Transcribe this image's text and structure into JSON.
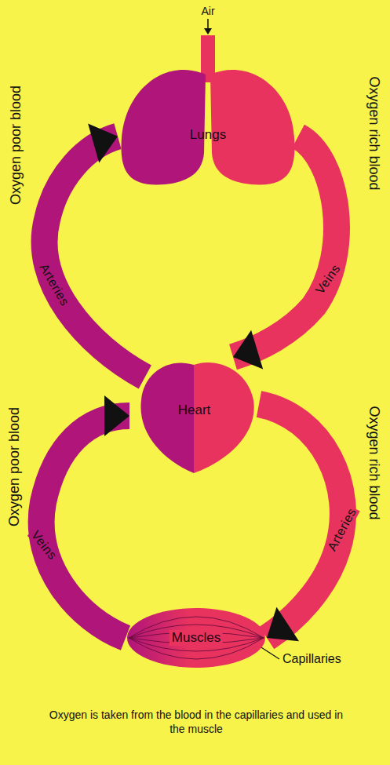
{
  "diagram": {
    "caption": "Oxygen is taken from the blood in the capillaries and used in the muscle",
    "nodes": [
      {
        "text": [
          "Lungs"
        ]
      },
      {
        "text": [
          "Heart"
        ]
      },
      {
        "text": [
          "Muscles"
        ]
      }
    ],
    "edges": [
      {
        "from": 1,
        "to": 0,
        "arrow": "to",
        "label": "Arteries"
      },
      {
        "from": 0,
        "to": 1,
        "arrow": "to",
        "label": "Veins"
      },
      {
        "from": 1,
        "to": 2,
        "arrow": "to",
        "label": "Arteries"
      },
      {
        "from": 2,
        "to": 1,
        "arrow": "to",
        "label": "Veins"
      }
    ],
    "labels": [
      "Air",
      "Oxygen poor blood",
      "Oxygen rich blood",
      "Oxygen poor blood",
      "Oxygen rich blood",
      "Capillaries"
    ]
  }
}
